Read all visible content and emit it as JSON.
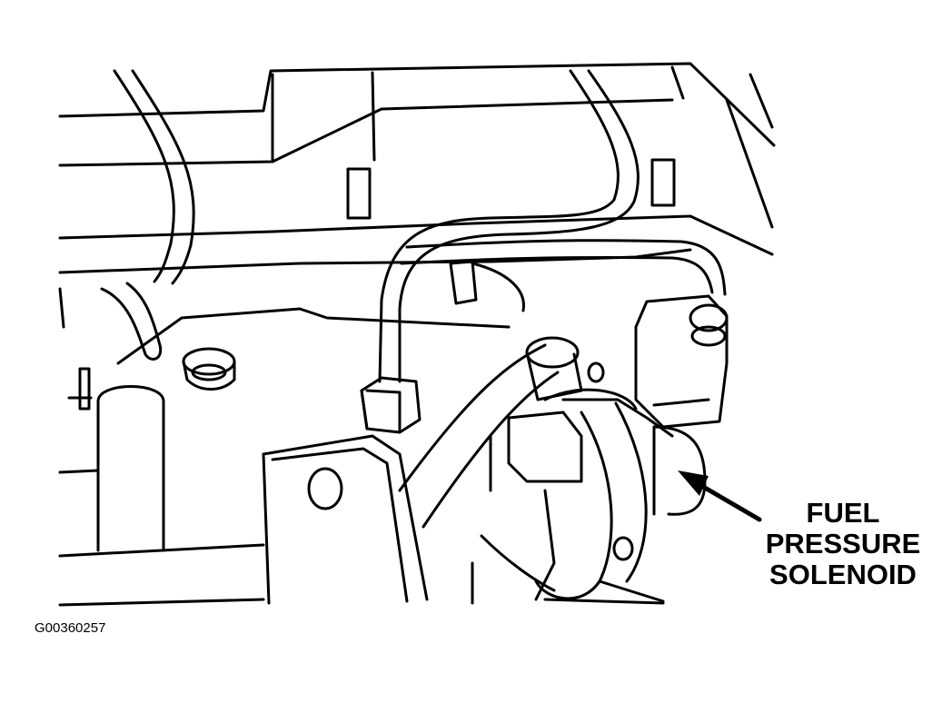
{
  "callout": {
    "line1": "FUEL",
    "line2": "PRESSURE",
    "line3": "SOLENOID"
  },
  "figure_id": "G00360257",
  "colors": {
    "ink": "#000000",
    "paper": "#ffffff"
  }
}
